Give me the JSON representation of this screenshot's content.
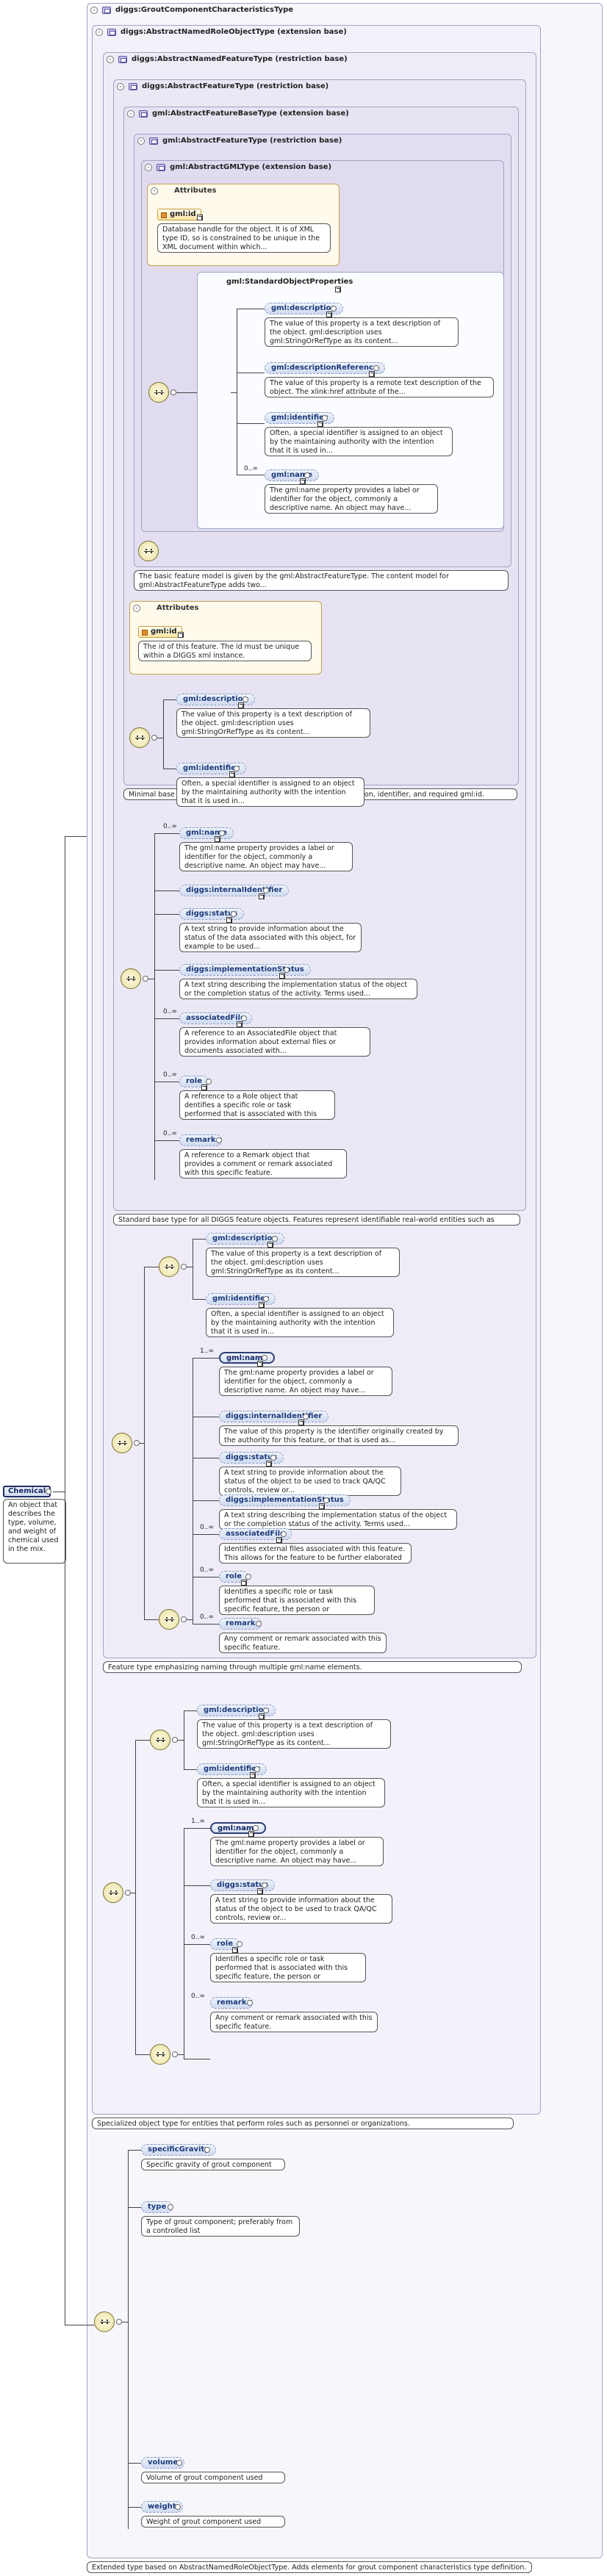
{
  "root": {
    "name": "Chemical",
    "doc": "An object that describes the type, volume, and weight of chemical used in the mix."
  },
  "types": {
    "grout": "diggs:GroutComponentCharacteristicsType",
    "role_object": "diggs:AbstractNamedRoleObjectType (extension base)",
    "named_feature": "diggs:AbstractNamedFeatureType (restriction base)",
    "feature": "diggs:AbstractFeatureType (restriction base)",
    "feature_base": "gml:AbstractFeatureBaseType (extension base)",
    "gml_feature": "gml:AbstractFeatureType (restriction base)",
    "gml_object": "gml:AbstractGMLType (extension base)"
  },
  "annotations": {
    "gml_feature": "The basic feature model is given by the gml:AbstractFeatureType. The content model for gml:AbstractFeatureType adds two...",
    "feature_base": "Minimal base type for DIGGS features, providing only GML description, identifier, and required gml:id.",
    "feature": "Standard base type for all DIGGS feature objects. Features represent identifiable real-world entities such as projects,...",
    "named_feature": "Feature type emphasizing naming through multiple gml:name elements.",
    "role_object": "Specialized object type for entities that perform roles such as personnel or organizations.",
    "grout": "Extended type based on AbstractNamedRoleObjectType. Adds elements for grout component characteristics type definition."
  },
  "attributes": {
    "title": "Attributes",
    "gml_id": "gml:id",
    "gml_id_doc": "Database handle for the object. It is of XML type ID, so is constrained to be unique in the XML document within which...",
    "gml_id2": "gml:id",
    "gml_id2_doc": "The id of this feature. The id must be unique within a DIGGS xml instance."
  },
  "std_props": {
    "title": "gml:StandardObjectProperties",
    "items": [
      {
        "name": "gml:description",
        "doc": "The value of this property is a text description of the object. gml:description uses gml:StringOrRefType as its content..."
      },
      {
        "name": "gml:descriptionReference",
        "doc": "The value of this property is a remote text description of the object. The xlink:href attribute of the..."
      },
      {
        "name": "gml:identifier",
        "doc": "Often, a special identifier is assigned to an object by the maintaining authority with the intention that it is used in..."
      },
      {
        "name": "gml:name",
        "doc": "The gml:name property provides a label or identifier for the object, commonly a descriptive name. An object may have...",
        "occ": "0..∞"
      }
    ]
  },
  "fb_seq": [
    {
      "name": "gml:description",
      "doc": "The value of this property is a text description of the object. gml:description uses gml:StringOrRefType as its content..."
    },
    {
      "name": "gml:identifier",
      "doc": "Often, a special identifier is assigned to an object by the maintaining authority with the intention that it is used in..."
    }
  ],
  "f_seq": [
    {
      "name": "gml:name",
      "occ": "0..∞",
      "doc": "The gml:name property provides a label or identifier for the object, commonly a descriptive name. An object may have..."
    },
    {
      "name": "diggs:internalIdentifier",
      "doc": ""
    },
    {
      "name": "diggs:status",
      "doc": "A text string to provide information about the status of the data associated with this object, for example to be used..."
    },
    {
      "name": "diggs:implementationStatus",
      "doc": "A text string describing the implementation status of the object or the completion status of the activity. Terms used..."
    },
    {
      "name": "associatedFile",
      "occ": "0..∞",
      "doc": "A reference to an AssociatedFile object that provides information about external files or documents associated with..."
    },
    {
      "name": "role",
      "occ": "0..∞",
      "doc": "A reference to a Role object that dentifies a specific role or task performed that is associated with this specific..."
    },
    {
      "name": "remark",
      "occ": "0..∞",
      "doc": "A reference to a Remark object that provides a comment or remark associated with this specific feature."
    }
  ],
  "nf_top": [
    {
      "name": "gml:description",
      "doc": "The value of this property is a text description of the object. gml:description uses gml:StringOrRefType as its content..."
    },
    {
      "name": "gml:identifier",
      "doc": "Often, a special identifier is assigned to an object by the maintaining authority with the intention that it is used in..."
    }
  ],
  "nf_seq": [
    {
      "name": "gml:name",
      "occ": "1..∞",
      "doc": "The gml:name property provides a label or identifier for the object, commonly a descriptive name. An object may have..."
    },
    {
      "name": "diggs:internalIdentifier",
      "doc": "The value of this property is the identifier originally created by the authority for this feature, or that is used as..."
    },
    {
      "name": "diggs:status",
      "doc": "A text string to provide information about the status of the object to be used to track QA/QC controls, review or..."
    },
    {
      "name": "diggs:implementationStatus",
      "doc": "A text string describing the implementation status of the object or the completion status of the activity. Terms used..."
    },
    {
      "name": "associatedFile",
      "occ": "0..∞",
      "doc": "Identifies external files associated with this feature. This allows for the feature to be further elaborated with..."
    },
    {
      "name": "role",
      "occ": "0..∞",
      "doc": "Identifies a specific role or task performed that is associated with this specific feature, the person or organization..."
    },
    {
      "name": "remark",
      "occ": "0..∞",
      "doc": "Any comment or remark associated with this specific feature."
    }
  ],
  "ro_top": [
    {
      "name": "gml:description",
      "doc": "The value of this property is a text description of the object. gml:description uses gml:StringOrRefType as its content..."
    },
    {
      "name": "gml:identifier",
      "doc": "Often, a special identifier is assigned to an object by the maintaining authority with the intention that it is used in..."
    }
  ],
  "ro_seq": [
    {
      "name": "gml:name",
      "occ": "1..∞",
      "doc": "The gml:name property provides a label or identifier for the object, commonly a descriptive name. An object may have..."
    },
    {
      "name": "diggs:status",
      "doc": "A text string to provide information about the status of the object to be used to track QA/QC controls, review or..."
    },
    {
      "name": "role",
      "occ": "0..∞",
      "doc": "Identifies a specific role or task performed that is associated with this specific feature, the person or organization..."
    },
    {
      "name": "remark",
      "occ": "0..∞",
      "doc": "Any comment or remark associated with this specific feature."
    }
  ],
  "grout_seq": [
    {
      "name": "specificGravity",
      "doc": "Specific gravity of grout component"
    },
    {
      "name": "type",
      "doc": "Type of grout component; preferably from a controlled list"
    },
    {
      "name": "volume",
      "doc": "Volume of grout component used"
    },
    {
      "name": "weight",
      "doc": "Weight of grout component used"
    }
  ]
}
